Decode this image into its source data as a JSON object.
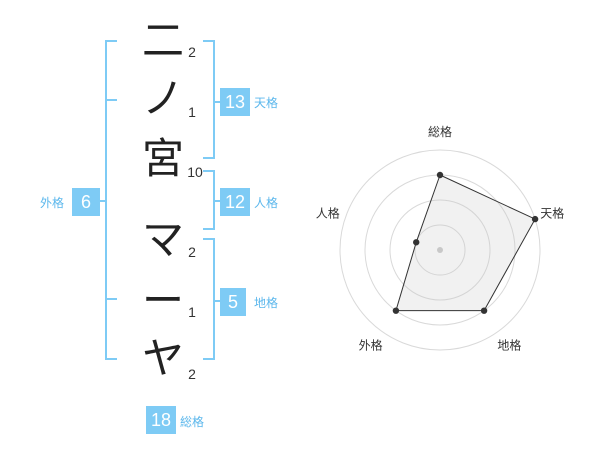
{
  "name_chars": [
    {
      "char": "二",
      "strokes": "2"
    },
    {
      "char": "ノ",
      "strokes": "1"
    },
    {
      "char": "宮",
      "strokes": "10"
    },
    {
      "char": "マ",
      "strokes": "2"
    },
    {
      "char": "ー",
      "strokes": "1"
    },
    {
      "char": "ヤ",
      "strokes": "2"
    }
  ],
  "kakusu": {
    "tenkaku": {
      "value": "13",
      "label": "天格"
    },
    "jinkaku": {
      "value": "12",
      "label": "人格"
    },
    "chikaku": {
      "value": "5",
      "label": "地格"
    },
    "gaikaku": {
      "value": "6",
      "label": "外格"
    },
    "soukaku": {
      "value": "18",
      "label": "総格"
    }
  },
  "radar": {
    "axes": [
      "総格",
      "天格",
      "地格",
      "外格",
      "人格"
    ],
    "levels": 4,
    "values": [
      3,
      4,
      3,
      3,
      1
    ],
    "max": 4
  },
  "colors": {
    "accent": "#7ecbf5",
    "label": "#5bb7ec"
  }
}
